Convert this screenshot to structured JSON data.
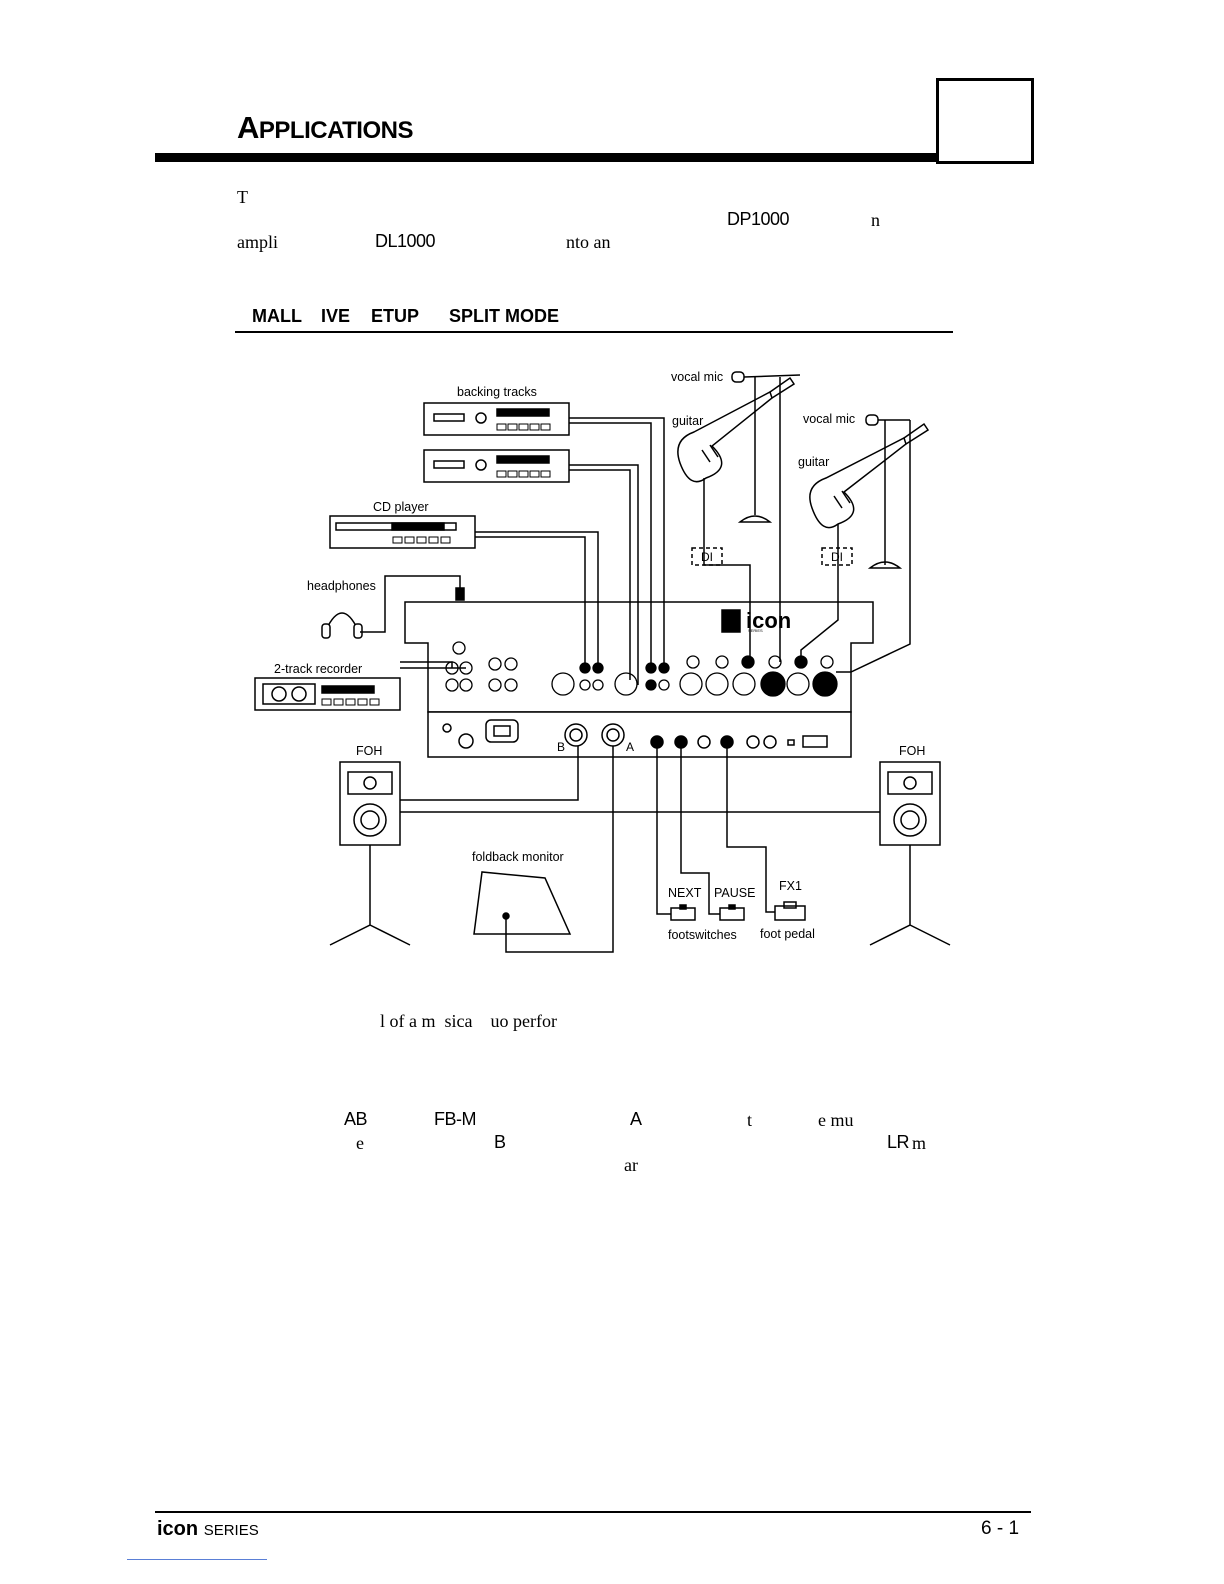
{
  "header": {
    "title_first": "A",
    "title_rest": "PPLICATIONS"
  },
  "intro_fragments": [
    {
      "id": "f1",
      "text": "T",
      "serif": true
    },
    {
      "id": "f2",
      "text": "DP1000",
      "serif": false
    },
    {
      "id": "f3",
      "text": "n",
      "serif": true
    },
    {
      "id": "f4",
      "text": "ampli",
      "serif": true
    },
    {
      "id": "f5",
      "text": "DL1000",
      "serif": false
    },
    {
      "id": "f6",
      "text": "nto an",
      "serif": true
    }
  ],
  "section_heading": {
    "part1": "MALL",
    "part2": "IVE",
    "part3": "ETUP",
    "part4": "SPLIT MODE"
  },
  "diagram_labels": {
    "backing_tracks": "backing tracks",
    "vocal_mic_1": "vocal mic",
    "vocal_mic_2": "vocal mic",
    "guitar_1": "guitar",
    "guitar_2": "guitar",
    "cd_player": "CD player",
    "headphones": "headphones",
    "di_1": "DI",
    "di_2": "DI",
    "two_track": "2-track recorder",
    "foh_left": "FOH",
    "foh_right": "FOH",
    "out_b": "B",
    "out_a": "A",
    "foldback": "foldback monitor",
    "next": "NEXT",
    "pause": "PAUSE",
    "fx1": "FX1",
    "footswitches": "footswitches",
    "foot_pedal": "foot pedal",
    "logo_text": "icon",
    "logo_sub": "SERIES"
  },
  "caption_fragments": [
    {
      "id": "c1",
      "text": "l of a m  sica    uo perfor",
      "serif": true
    }
  ],
  "body_fragments": [
    {
      "id": "b1",
      "text": "AB",
      "serif": false
    },
    {
      "id": "b2",
      "text": "FB-M",
      "serif": false
    },
    {
      "id": "b3",
      "text": "A",
      "serif": false
    },
    {
      "id": "b4",
      "text": "t",
      "serif": true
    },
    {
      "id": "b5",
      "text": "e mu",
      "serif": true
    },
    {
      "id": "b6",
      "text": "e",
      "serif": true
    },
    {
      "id": "b7",
      "text": "B",
      "serif": false
    },
    {
      "id": "b8",
      "text": "LR",
      "serif": false
    },
    {
      "id": "b9",
      "text": "m",
      "serif": true
    },
    {
      "id": "b10",
      "text": "ar",
      "serif": true
    }
  ],
  "footer": {
    "brand": "icon",
    "series": "SERIES",
    "page": "6 - 1"
  }
}
